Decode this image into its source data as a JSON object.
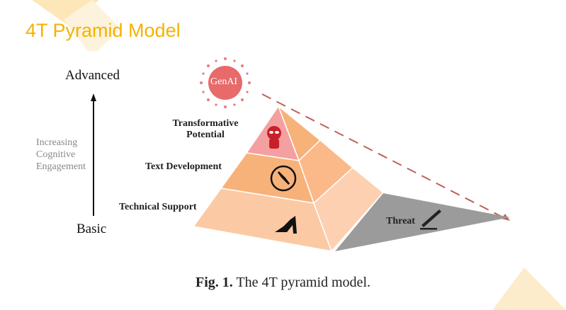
{
  "slide": {
    "title": "4T Pyramid Model"
  },
  "figure": {
    "axis_top": "Advanced",
    "axis_bottom": "Basic",
    "axis_label_lines": [
      "Increasing",
      "Cognitive",
      "Engagement"
    ],
    "genai": "GenAI",
    "levels": [
      "Transformative Potential",
      "Text Development",
      "Technical Support"
    ],
    "threat": "Threat",
    "caption_bold": "Fig. 1.",
    "caption_text": " The 4T pyramid model."
  },
  "colors": {
    "title": "#f5b200",
    "top": "#f4a0a0",
    "middle": "#f7b27a",
    "base": "#fbcaa5",
    "threat": "#9b9b9b",
    "genai": "#e86a6a"
  }
}
